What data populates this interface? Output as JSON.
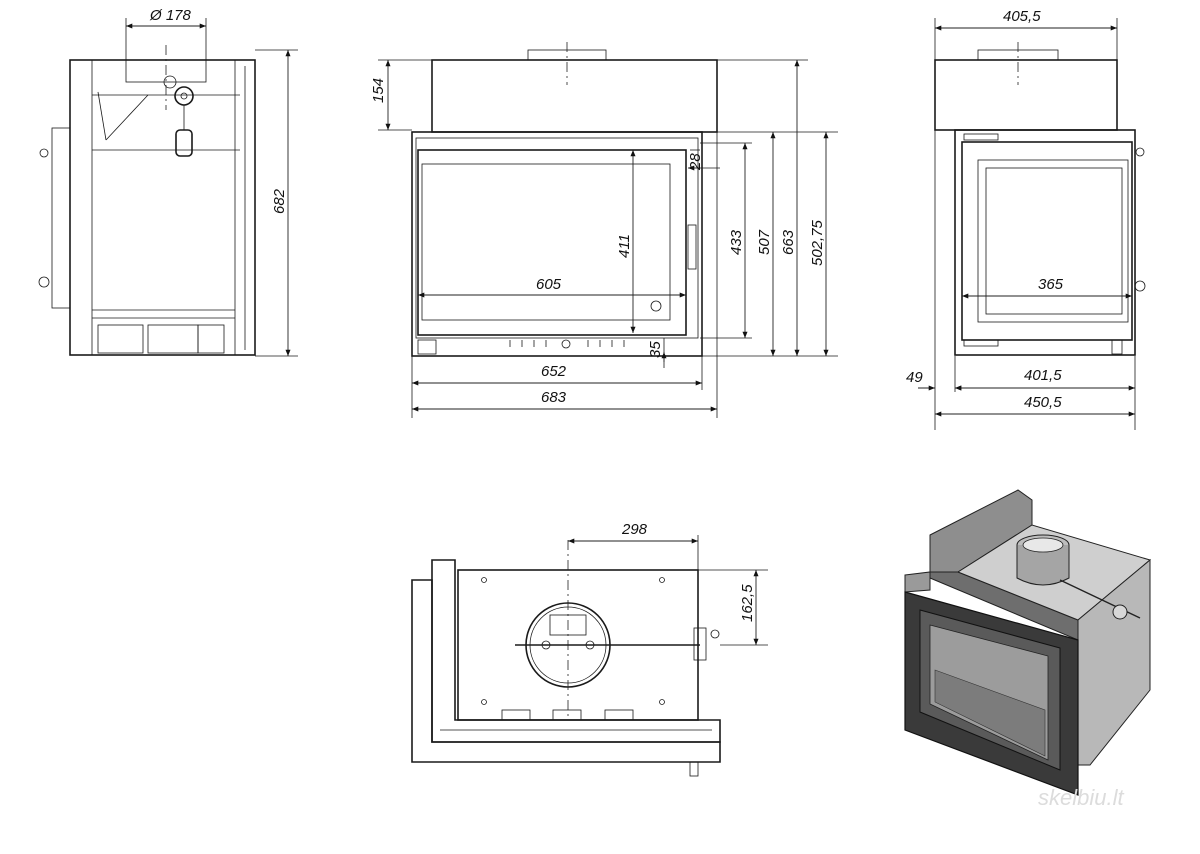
{
  "dimensions": {
    "flue_diameter": "Ø 178",
    "side_height": "682",
    "front_top_height": "154",
    "front_dim_28": "28",
    "front_glass_height": "411",
    "front_door_height": "433",
    "front_frame_height": "507",
    "front_body_height": "663",
    "front_total_height": "502,75",
    "front_glass_width": "605",
    "front_dim_35": "35",
    "front_body_width": "652",
    "front_total_width": "683",
    "right_top_width": "405,5",
    "right_glass_width": "365",
    "right_dim_49": "49",
    "right_body_width": "401,5",
    "right_total_width": "450,5",
    "top_offset": "298",
    "top_depth": "162,5"
  },
  "watermark": "skelbiu.lt"
}
